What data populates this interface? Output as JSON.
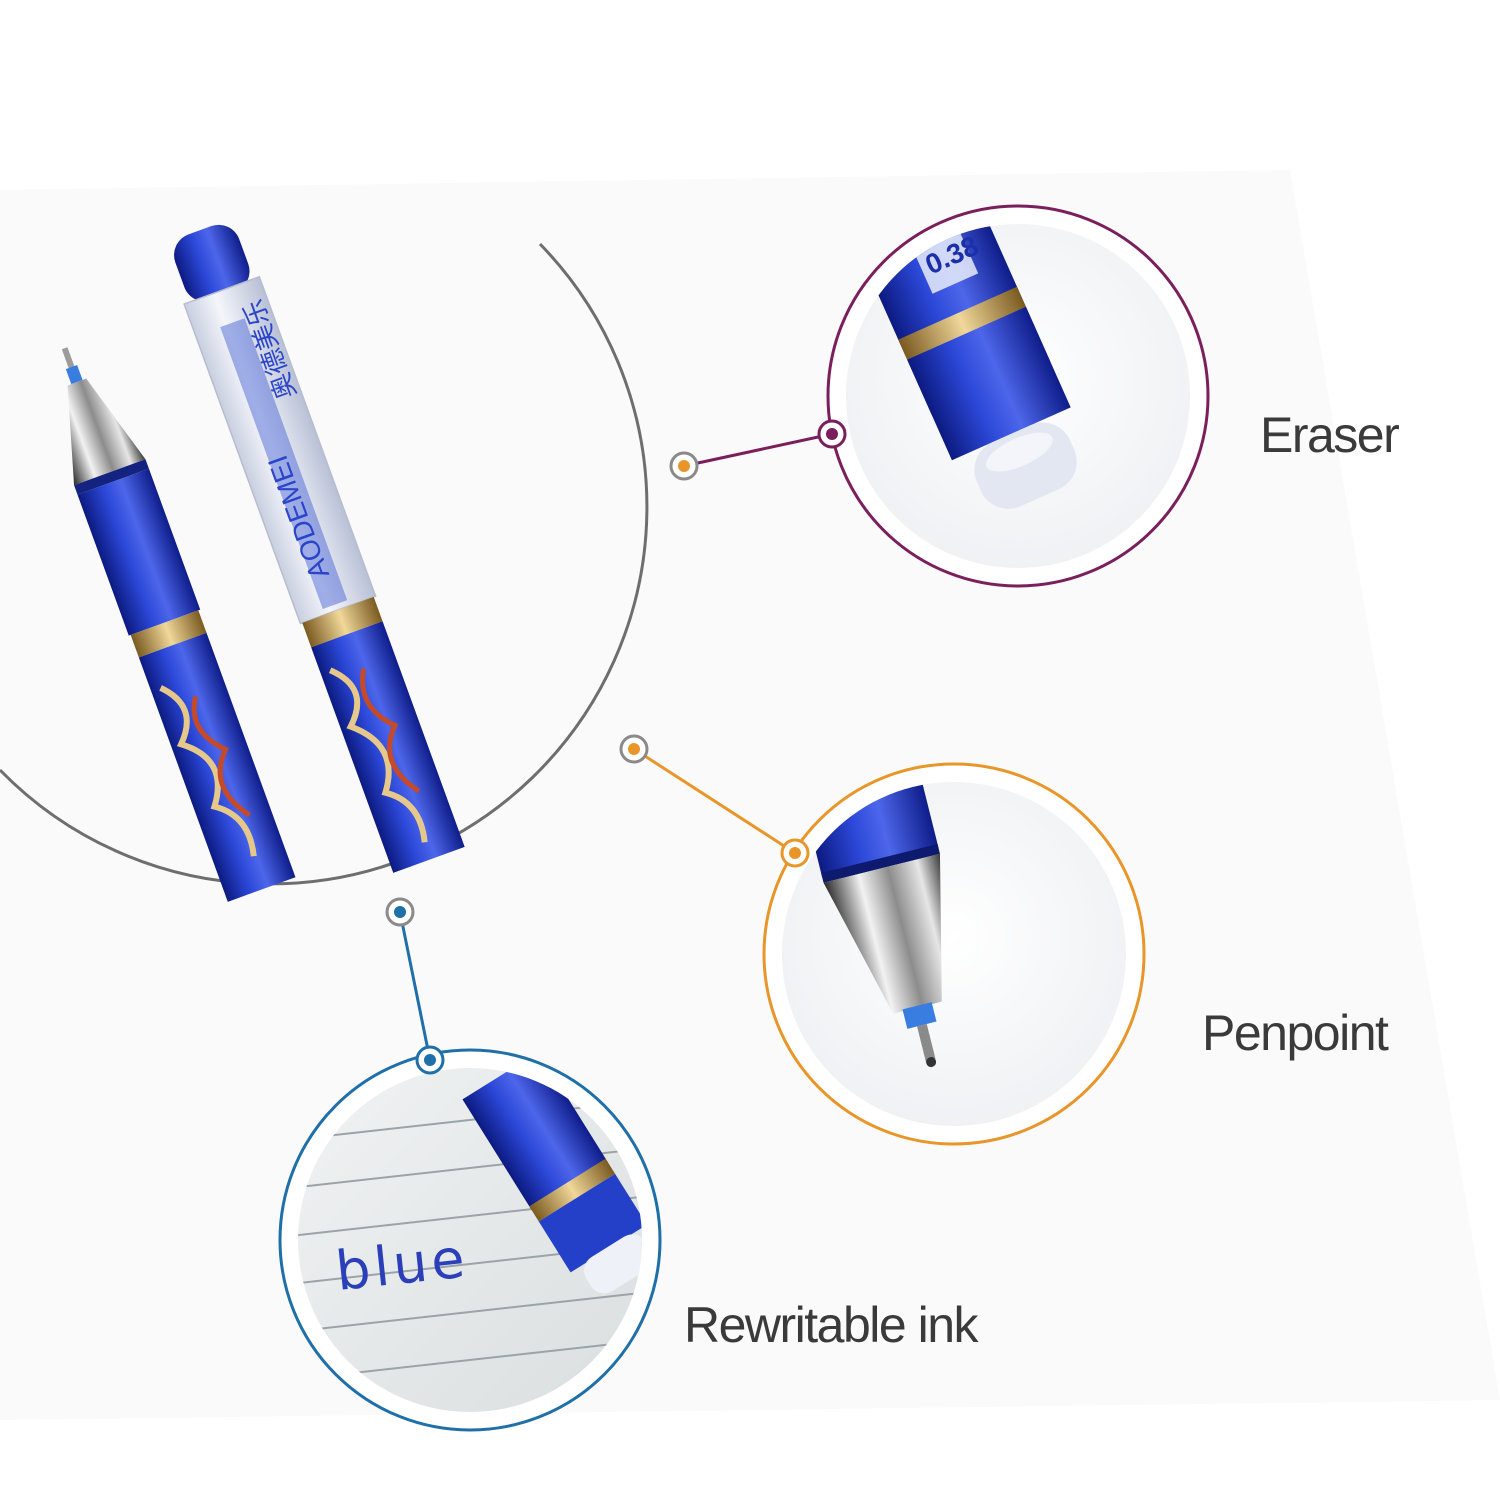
{
  "features": [
    {
      "id": "eraser",
      "label": "Eraser",
      "color": "#7a1f5c"
    },
    {
      "id": "penpoint",
      "label": "Penpoint",
      "color": "#e8962a"
    },
    {
      "id": "ink",
      "label": "Rewritable ink",
      "color": "#1f6fa8"
    }
  ],
  "pen": {
    "brand": "AODEMEI",
    "cjk": "奥德美乐",
    "size": "0.38",
    "body_color": "#1e32b4"
  },
  "handwriting": "blue",
  "colors": {
    "main_arc": "#6e6e6e",
    "label_text": "#3a3a3a"
  }
}
